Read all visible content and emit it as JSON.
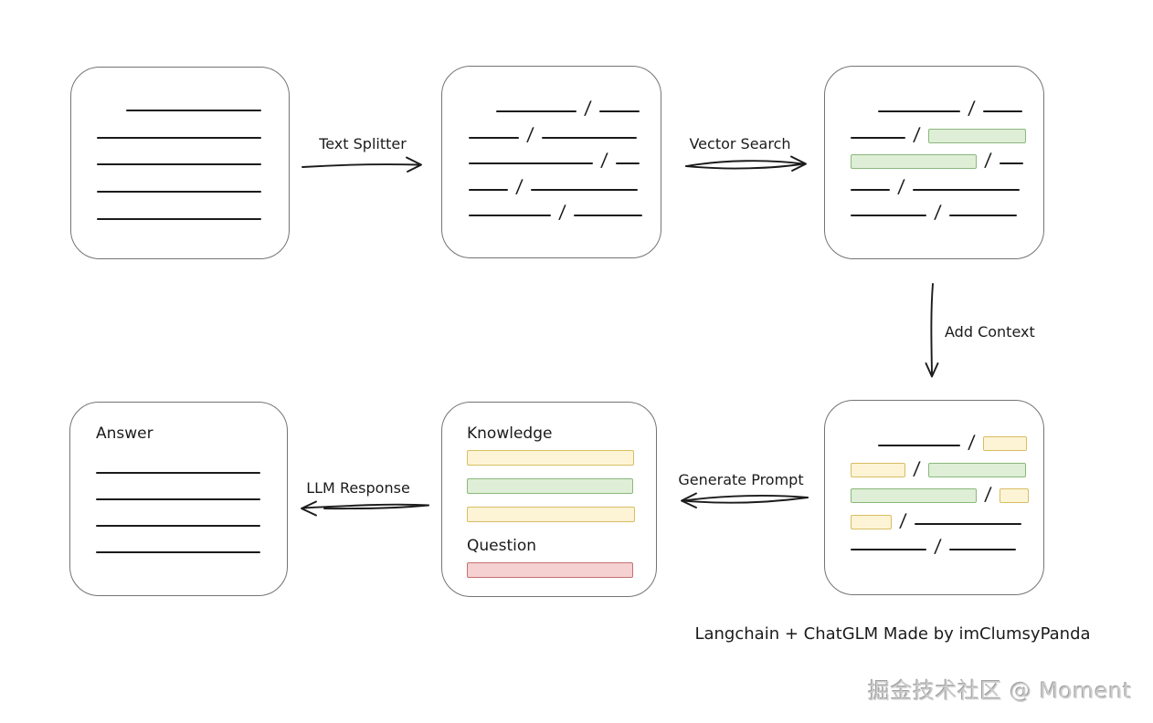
{
  "colors": {
    "ink": "#1b1b1b",
    "box-border": "#747474",
    "green-fill": "#dfeed6",
    "green-border": "#8ab97c",
    "yellow-fill": "#fdf4d6",
    "yellow-border": "#d8bd62",
    "red-fill": "#f5d1d1",
    "red-border": "#c57070",
    "watermark": "#cbcbcb"
  },
  "nodes": {
    "source": {
      "lines": [
        {
          "w": 148,
          "indent": 32
        },
        {
          "w": 180
        },
        {
          "w": 180
        },
        {
          "w": 180
        },
        {
          "w": 180
        }
      ]
    },
    "chunks": {
      "rows": [
        [
          {
            "t": "line",
            "w": 88,
            "indent": 30
          },
          {
            "t": "slash"
          },
          {
            "t": "line",
            "w": 44
          }
        ],
        [
          {
            "t": "line",
            "w": 55
          },
          {
            "t": "slash"
          },
          {
            "t": "line",
            "w": 104
          }
        ],
        [
          {
            "t": "line",
            "w": 136
          },
          {
            "t": "slash"
          },
          {
            "t": "line",
            "w": 26
          }
        ],
        [
          {
            "t": "line",
            "w": 43
          },
          {
            "t": "slash"
          },
          {
            "t": "line",
            "w": 117
          }
        ],
        [
          {
            "t": "line",
            "w": 90
          },
          {
            "t": "slash"
          },
          {
            "t": "line",
            "w": 75
          }
        ]
      ]
    },
    "matches": {
      "rows": [
        [
          {
            "t": "line",
            "w": 90,
            "indent": 30
          },
          {
            "t": "slash"
          },
          {
            "t": "line",
            "w": 43
          }
        ],
        [
          {
            "t": "line",
            "w": 60
          },
          {
            "t": "slash"
          },
          {
            "t": "green",
            "w": 107
          }
        ],
        [
          {
            "t": "green",
            "w": 138
          },
          {
            "t": "slash"
          },
          {
            "t": "line",
            "w": 26
          }
        ],
        [
          {
            "t": "line",
            "w": 43
          },
          {
            "t": "slash"
          },
          {
            "t": "line",
            "w": 117
          }
        ],
        [
          {
            "t": "line",
            "w": 83
          },
          {
            "t": "slash"
          },
          {
            "t": "line",
            "w": 74
          }
        ]
      ]
    },
    "context": {
      "rows": [
        [
          {
            "t": "line",
            "w": 90,
            "indent": 30
          },
          {
            "t": "slash"
          },
          {
            "t": "yellow",
            "w": 48
          }
        ],
        [
          {
            "t": "yellow",
            "w": 60
          },
          {
            "t": "slash"
          },
          {
            "t": "green",
            "w": 107
          }
        ],
        [
          {
            "t": "green",
            "w": 138
          },
          {
            "t": "slash"
          },
          {
            "t": "yellow",
            "w": 32
          }
        ],
        [
          {
            "t": "yellow",
            "w": 45
          },
          {
            "t": "slash"
          },
          {
            "t": "line",
            "w": 117
          }
        ],
        [
          {
            "t": "line",
            "w": 83
          },
          {
            "t": "slash"
          },
          {
            "t": "line",
            "w": 73
          }
        ]
      ]
    },
    "prompt": {
      "knowledge_label": "Knowledge",
      "knowledge_bars": [
        {
          "c": "yellow",
          "w": 183
        },
        {
          "c": "green",
          "w": 182
        },
        {
          "c": "yellow",
          "w": 184
        }
      ],
      "question_label": "Question",
      "question_bars": [
        {
          "c": "red",
          "w": 182
        }
      ]
    },
    "answer": {
      "label": "Answer",
      "lines": [
        {
          "w": 180
        },
        {
          "w": 180
        },
        {
          "w": 180
        },
        {
          "w": 180
        }
      ]
    }
  },
  "arrows": {
    "text_splitter": {
      "label": "Text Splitter"
    },
    "vector_search": {
      "label": "Vector Search"
    },
    "add_context": {
      "label": "Add Context"
    },
    "generate_prompt": {
      "label": "Generate Prompt"
    },
    "llm_response": {
      "label": "LLM Response"
    }
  },
  "footer": {
    "caption": "Langchain + ChatGLM Made by imClumsyPanda",
    "watermark": "掘金技术社区 @ Moment"
  }
}
